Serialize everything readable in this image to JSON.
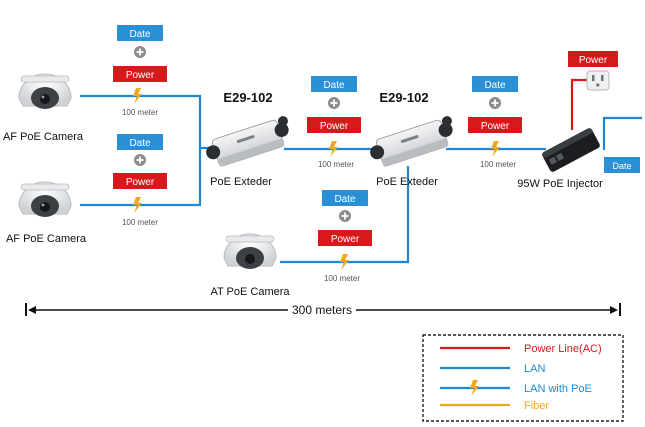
{
  "colors": {
    "power_line": "#d7191c",
    "lan": "#1e88d4",
    "fiber": "#f2a81d",
    "date_box": "#2b8fd6",
    "power_box": "#d7191c"
  },
  "badges": {
    "date": "Date",
    "power": "Power",
    "plus": "+"
  },
  "distance_label": "100 meter",
  "devices": {
    "af_camera_1": "AF PoE Camera",
    "af_camera_2": "AF PoE Camera",
    "at_camera": "AT PoE Camera",
    "extender_1_model": "E29-102",
    "extender_1_label": "PoE Exteder",
    "extender_2_model": "E29-102",
    "extender_2_label": "PoE Exteder",
    "injector_label": "95W PoE Injector"
  },
  "total_distance": "300 meters",
  "legend": {
    "items": [
      {
        "label": "Power Line(AC)",
        "type": "power-line"
      },
      {
        "label": "LAN",
        "type": "lan"
      },
      {
        "label": "LAN with PoE",
        "type": "lan-poe"
      },
      {
        "label": "Fiber",
        "type": "fiber"
      }
    ]
  },
  "icons": [
    "bolt-icon",
    "plus-icon",
    "camera-icon",
    "extender-icon",
    "injector-icon",
    "outlet-icon"
  ]
}
